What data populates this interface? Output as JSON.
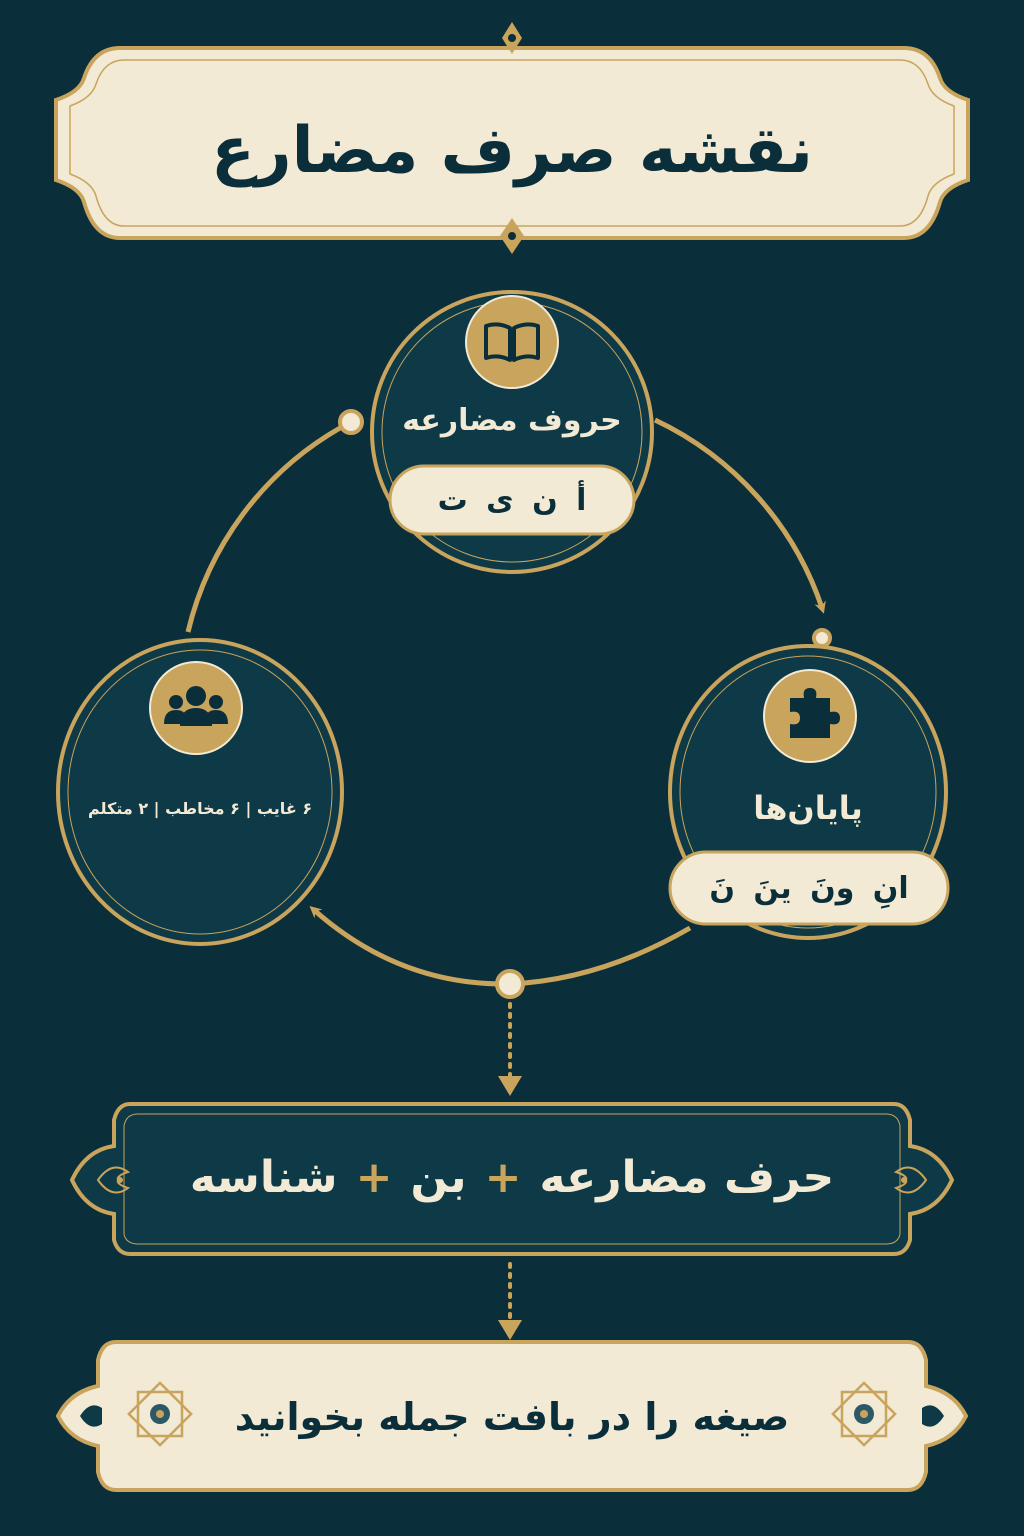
{
  "title": "نقشه صرف مضارع",
  "nodes": {
    "prefixes": {
      "label": "حروف مضارعه",
      "letters": "أ ن ی ت",
      "icon": "open-book-icon"
    },
    "endings": {
      "label": "پایان‌ها",
      "letters": "انِ ونَ ینَ نَ",
      "icon": "puzzle-piece-icon"
    },
    "persons": {
      "label": "۶ غایب | ۶ مخاطب | ۲ متکلم",
      "icon": "group-users-icon"
    }
  },
  "formula": {
    "part1": "حرف مضارعه",
    "part2": "بن",
    "part3": "شناسه",
    "operator": "+"
  },
  "footer": {
    "text": "صیغه را در بافت جمله بخوانید"
  },
  "colors": {
    "background": "#0b2e3b",
    "gold": "#c9a45c",
    "cream": "#f3ead6"
  }
}
